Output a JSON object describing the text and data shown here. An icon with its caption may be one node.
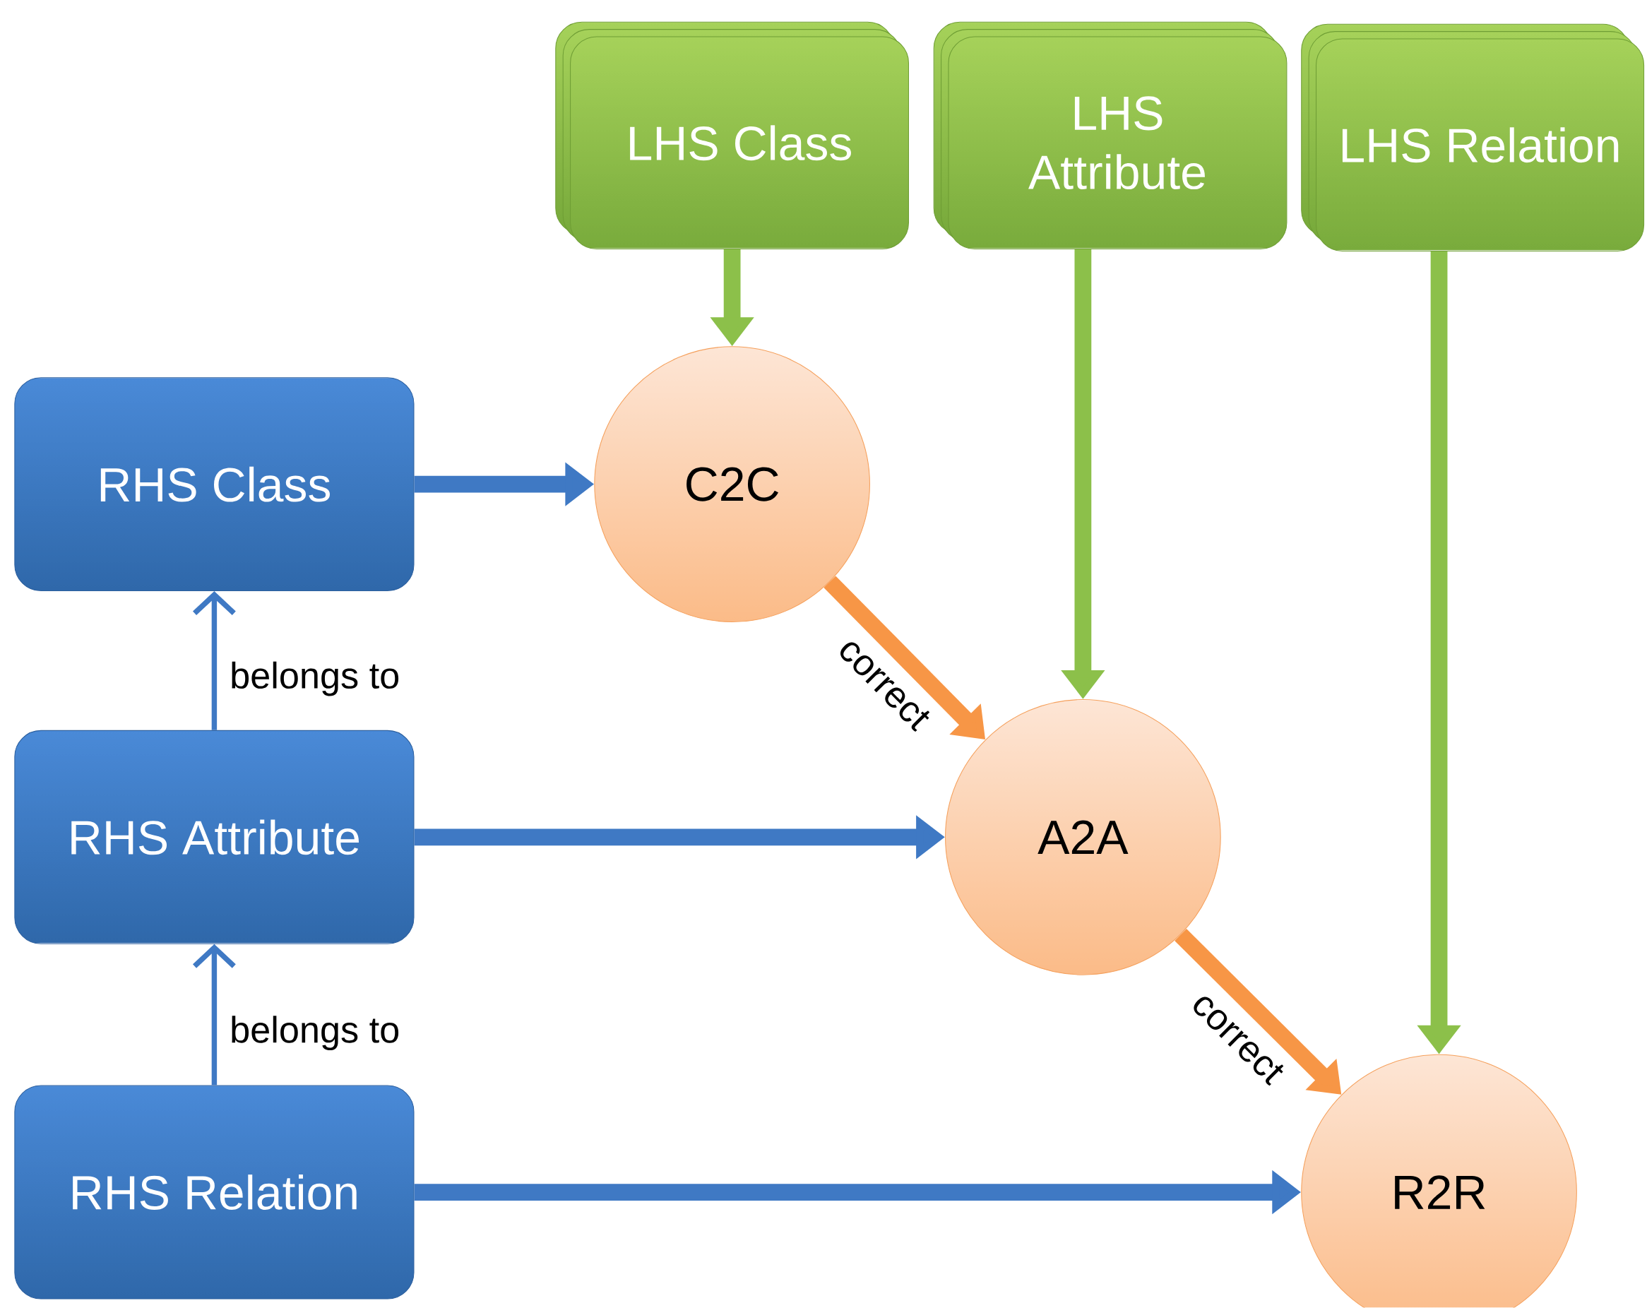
{
  "diagram": {
    "nodes": [
      {
        "text": [
          "LHS Class"
        ]
      },
      {
        "text": [
          "LHS Attribute"
        ]
      },
      {
        "text": [
          "LHS Relation"
        ]
      },
      {
        "text": [
          "RHS Class"
        ]
      },
      {
        "text": [
          "RHS Attribute"
        ]
      },
      {
        "text": [
          "RHS Relation"
        ]
      },
      {
        "text": [
          "C2C"
        ]
      },
      {
        "text": [
          "A2A"
        ]
      },
      {
        "text": [
          "R2R"
        ]
      }
    ],
    "edges": [
      {
        "from": 0,
        "to": 6,
        "arrow": "to",
        "color": "#8cc04a"
      },
      {
        "from": 1,
        "to": 7,
        "arrow": "to",
        "color": "#8cc04a"
      },
      {
        "from": 2,
        "to": 8,
        "arrow": "to",
        "color": "#8cc04a"
      },
      {
        "from": 3,
        "to": 6,
        "arrow": "to",
        "color": "#3f79c4"
      },
      {
        "from": 4,
        "to": 7,
        "arrow": "to",
        "color": "#3f79c4"
      },
      {
        "from": 5,
        "to": 8,
        "arrow": "to",
        "color": "#3f79c4"
      },
      {
        "from": 6,
        "to": 7,
        "arrow": "to",
        "color": "#f79646",
        "label": "correct"
      },
      {
        "from": 7,
        "to": 8,
        "arrow": "to",
        "color": "#f79646",
        "label": "correct"
      },
      {
        "from": 4,
        "to": 3,
        "arrow": "to",
        "color": "#3f79c4",
        "label": "belongs to"
      },
      {
        "from": 5,
        "to": 4,
        "arrow": "to",
        "color": "#3f79c4",
        "label": "belongs to"
      }
    ]
  }
}
